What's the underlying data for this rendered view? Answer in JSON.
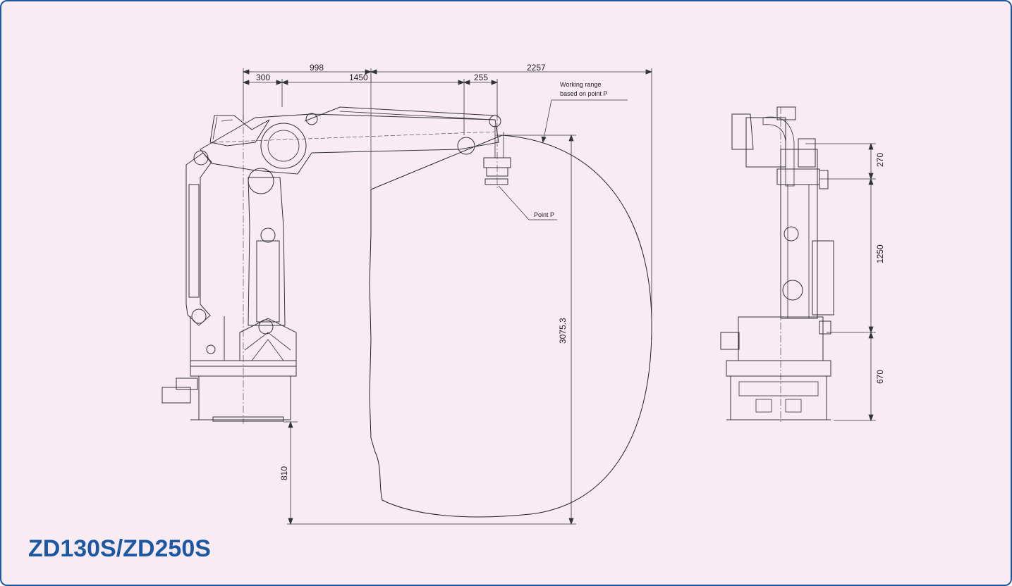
{
  "title": "ZD130S/ZD250S",
  "accent_color": "#1b57a3",
  "background_color": "#f9ebf3",
  "annotations": {
    "working_range_line1": "Working range",
    "working_range_line2": "based on point P",
    "point_p": "Point P"
  },
  "side_view_dimensions": {
    "top_overall": "998",
    "top_right": "2257",
    "seg_300": "300",
    "seg_1450": "1450",
    "seg_255": "255",
    "height_range": "3075.3",
    "floor_offset": "810"
  },
  "front_view_dimensions": {
    "d270": "270",
    "d1250": "1250",
    "d670": "670"
  }
}
